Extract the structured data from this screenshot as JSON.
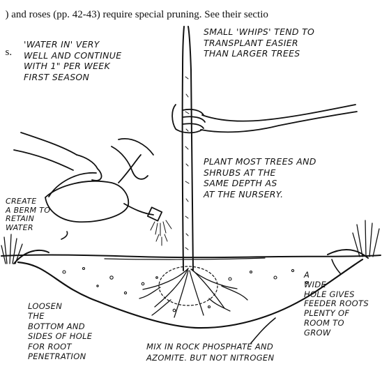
{
  "header_text": {
    "line1": ") and roses (pp. 42-43) require special pruning. See their sectio",
    "line2": "s."
  },
  "labels": {
    "water_in": "'WATER IN' VERY\nWELL AND CONTINUE\nWITH 1\" PER WEEK\nFIRST SEASON",
    "small_whips": "SMALL 'WHIPS' TEND TO\nTRANSPLANT EASIER\nTHAN LARGER TREES",
    "plant_depth": "PLANT MOST TREES AND\nSHRUBS AT THE\nSAME DEPTH AS\nAT THE NURSERY.",
    "create_berm": "CREATE\nA BERM TO\nRETAIN\nWATER",
    "loosen": "LOOSEN\nTHE\nBOTTOM AND\nSIDES OF HOLE\nFOR ROOT\nPENETRATION",
    "wide_hole": "A\nWIDE\nHOLE GIVES\nFEEDER ROOTS\nPLENTY OF\nROOM TO\nGROW",
    "mix_in": "MIX IN ROCK PHOSPHATE AND\nAZOMITE. BUT NOT NITROGEN"
  }
}
